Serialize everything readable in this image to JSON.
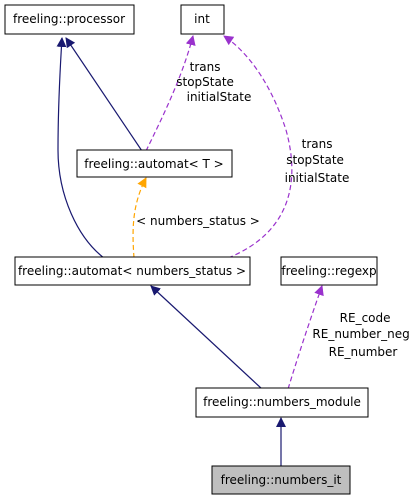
{
  "nodes": {
    "processor": "freeling::processor",
    "int": "int",
    "automat_T": "freeling::automat< T >",
    "automat_numbers": "freeling::automat< numbers_status >",
    "regexp": "freeling::regexp",
    "numbers_module": "freeling::numbers_module",
    "numbers_it": "freeling::numbers_it"
  },
  "edge_labels": {
    "int_to_automat_T": [
      "trans",
      "stopState",
      "initialState"
    ],
    "int_to_automat_numbers": [
      "trans",
      "stopState",
      "initialState"
    ],
    "template_binding": "< numbers_status >",
    "regexp_to_module": [
      "RE_code",
      "RE_number_neg",
      "RE_number"
    ]
  },
  "colors": {
    "inheritance": "#191970",
    "template": "#ffa500",
    "usage": "#9a32cd",
    "highlight_node": "#bfbfbf"
  }
}
